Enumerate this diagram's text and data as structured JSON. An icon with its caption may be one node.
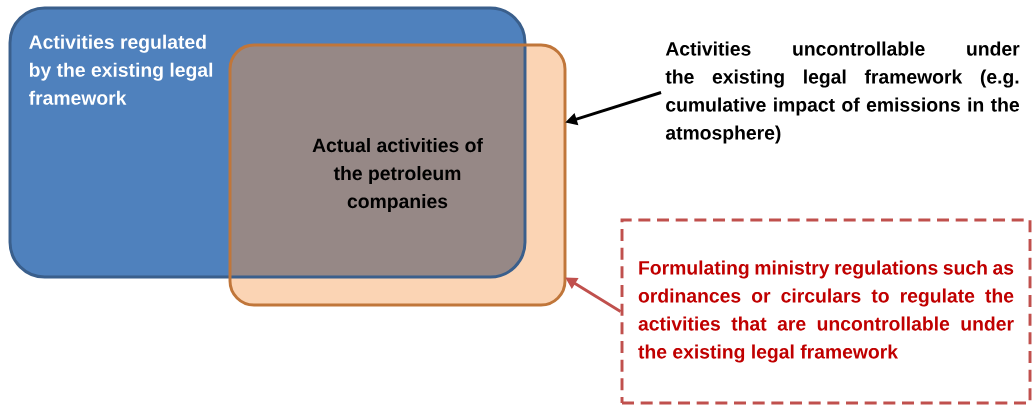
{
  "diagram": {
    "nodes": [
      {
        "text": [
          "Activities regulated by the existing legal framework"
        ]
      },
      {
        "text": [
          "Actual activities of the petroleum companies"
        ]
      },
      {
        "text": [
          "Activities uncontrollable under the existing legal framework (e.g. cumulative impact of emissions in the atmosphere)"
        ]
      },
      {
        "text": [
          "Formulating ministry regulations such as ordinances or circulars to regulate the activities that are uncontrollable under the existing legal framework"
        ]
      }
    ],
    "edges": [
      {
        "from": 2,
        "to": 1,
        "arrow": "to"
      },
      {
        "from": 3,
        "to": 1,
        "arrow": "to",
        "color": "#c0504d"
      }
    ]
  }
}
